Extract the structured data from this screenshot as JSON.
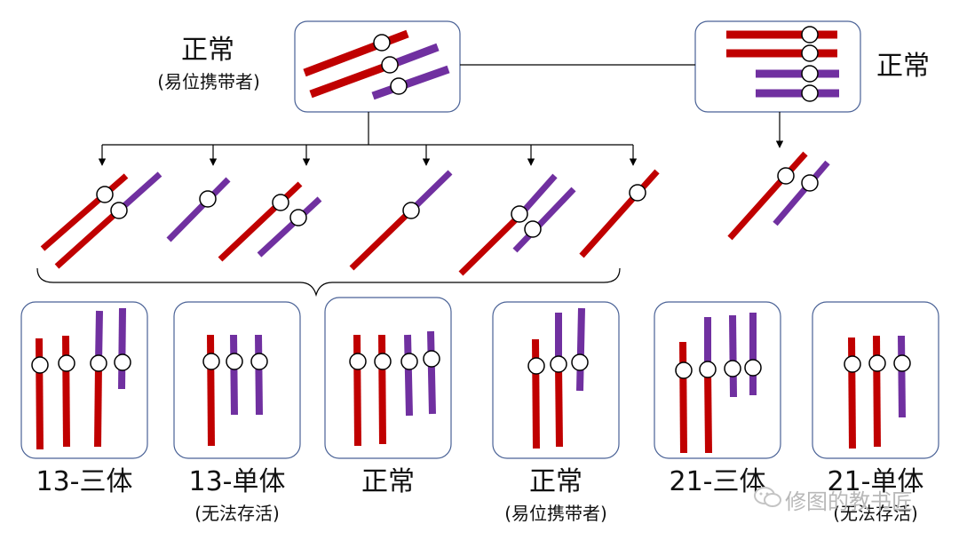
{
  "colors": {
    "chromosome_a": "#c00000",
    "chromosome_b": "#7030a0",
    "box_border": "#4a6296",
    "line": "#000000"
  },
  "parent_left": {
    "title": "正常",
    "subtitle": "(易位携带者)"
  },
  "parent_right": {
    "title": "正常"
  },
  "offspring": [
    {
      "title": "13-三体",
      "subtitle": ""
    },
    {
      "title": "13-单体",
      "subtitle": "(无法存活)"
    },
    {
      "title": "正常",
      "subtitle": ""
    },
    {
      "title": "正常",
      "subtitle": "(易位携带者)"
    },
    {
      "title": "21-三体",
      "subtitle": ""
    },
    {
      "title": "21-单体",
      "subtitle": "(无法存活)"
    }
  ],
  "watermark": {
    "text": "修图的教书匠",
    "icon": "wechat-icon"
  }
}
